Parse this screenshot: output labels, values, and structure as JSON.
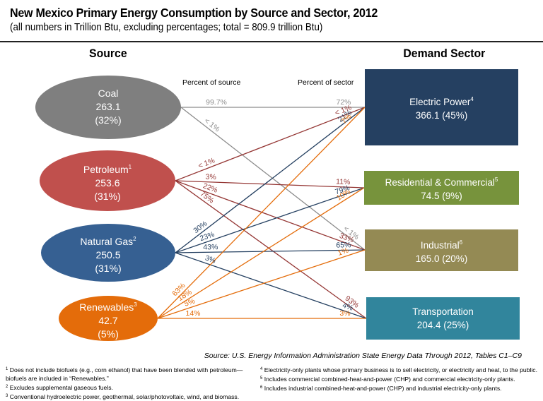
{
  "header": {
    "title": "New Mexico Primary Energy Consumption by Source and Sector, 2012",
    "subtitle": "(all numbers in Trillion Btu, excluding percentages; total = 809.9 trillion Btu)"
  },
  "columns": {
    "source": "Source",
    "sector": "Demand Sector",
    "percent_of_source": "Percent of source",
    "percent_of_sector": "Percent of sector"
  },
  "colors": {
    "coal": "#7f7f7f",
    "petroleum": "#c0504d",
    "natural_gas": "#366092",
    "renewables": "#e46c0a",
    "electric_power": "#254061",
    "residential_commercial": "#77933c",
    "industrial": "#948a54",
    "transportation": "#31859c",
    "coal_line": "#8c8c8c",
    "petroleum_line": "#953735",
    "natural_gas_line": "#254061",
    "renewables_line": "#e46c0a"
  },
  "sources": [
    {
      "id": "coal",
      "name": "Coal",
      "sup": "",
      "value": "263.1",
      "share": "(32%)"
    },
    {
      "id": "petroleum",
      "name": "Petroleum",
      "sup": "1",
      "value": "253.6",
      "share": "(31%)"
    },
    {
      "id": "natural_gas",
      "name": "Natural Gas",
      "sup": "2",
      "value": "250.5",
      "share": "(31%)"
    },
    {
      "id": "renewables",
      "name": "Renewables",
      "sup": "3",
      "value": "42.7",
      "share": "(5%)"
    }
  ],
  "sectors": [
    {
      "id": "electric_power",
      "name": "Electric Power",
      "sup": "4",
      "value_line": "366.1 (45%)"
    },
    {
      "id": "residential_commercial",
      "name": "Residential & Commercial",
      "sup": "5",
      "value_line": "74.5 (9%)"
    },
    {
      "id": "industrial",
      "name": "Industrial",
      "sup": "6",
      "value_line": "165.0 (20%)"
    },
    {
      "id": "transportation",
      "name": "Transportation",
      "sup": "",
      "value_line": "204.4 (25%)"
    }
  ],
  "flows": [
    {
      "from": "coal",
      "to": "electric_power",
      "pct_source": "99.7%",
      "pct_sector": "72%"
    },
    {
      "from": "coal",
      "to": "industrial",
      "pct_source": "< 1%",
      "pct_sector": "< 1%"
    },
    {
      "from": "petroleum",
      "to": "electric_power",
      "pct_source": "< 1%",
      "pct_sector": "< 1%"
    },
    {
      "from": "petroleum",
      "to": "residential_commercial",
      "pct_source": "3%",
      "pct_sector": "11%"
    },
    {
      "from": "petroleum",
      "to": "industrial",
      "pct_source": "22%",
      "pct_sector": "33%"
    },
    {
      "from": "petroleum",
      "to": "transportation",
      "pct_source": "75%",
      "pct_sector": "93%"
    },
    {
      "from": "natural_gas",
      "to": "electric_power",
      "pct_source": "30%",
      "pct_sector": "21%"
    },
    {
      "from": "natural_gas",
      "to": "residential_commercial",
      "pct_source": "23%",
      "pct_sector": "79%"
    },
    {
      "from": "natural_gas",
      "to": "industrial",
      "pct_source": "43%",
      "pct_sector": "65%"
    },
    {
      "from": "natural_gas",
      "to": "transportation",
      "pct_source": "3%",
      "pct_sector": "4%"
    },
    {
      "from": "renewables",
      "to": "electric_power",
      "pct_source": "63%",
      "pct_sector": "7%"
    },
    {
      "from": "renewables",
      "to": "residential_commercial",
      "pct_source": "18%",
      "pct_sector": "10%"
    },
    {
      "from": "renewables",
      "to": "industrial",
      "pct_source": "5%",
      "pct_sector": "1%"
    },
    {
      "from": "renewables",
      "to": "transportation",
      "pct_source": "14%",
      "pct_sector": "3%"
    }
  ],
  "source_note": "Source: U.S. Energy Information Administration State Energy Data Through 2012, Tables C1–C9",
  "footnotes_left": [
    {
      "n": "1",
      "text": "Does not include biofuels (e.g., corn ethanol) that have been blended with petroleum—biofuels are included in “Renewables.”"
    },
    {
      "n": "2",
      "text": "Excludes supplemental gaseous fuels."
    },
    {
      "n": "3",
      "text": "Conventional hydroelectric power, geothermal, solar/photovoltaic, wind, and biomass."
    }
  ],
  "footnotes_right": [
    {
      "n": "4",
      "text": "Electricity-only plants whose primary business is to sell electricity, or electricity and heat, to the public."
    },
    {
      "n": "5",
      "text": "Includes commercial combined-heat-and-power (CHP) and commercial electricity-only plants."
    },
    {
      "n": "6",
      "text": "Includes industrial combined-heat-and-power (CHP) and industrial electricity-only plants."
    }
  ]
}
